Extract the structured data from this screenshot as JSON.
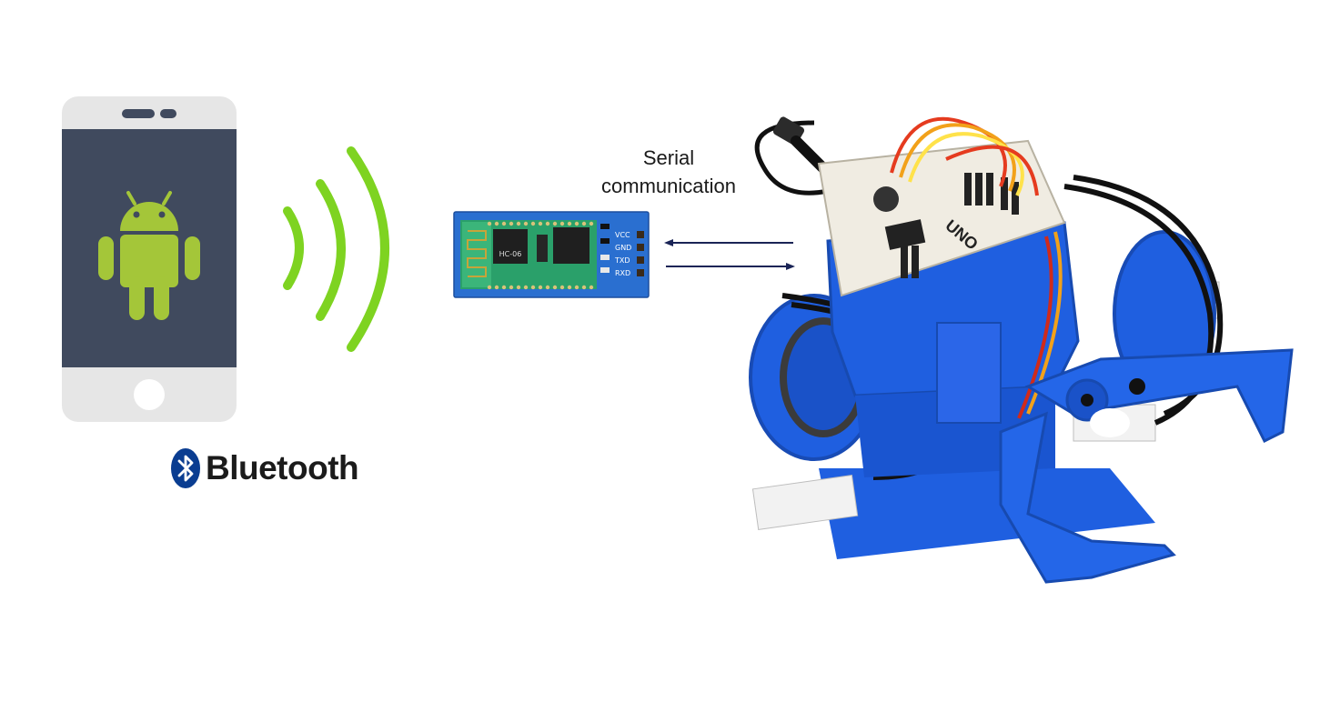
{
  "brand": {
    "bluetooth_label": "Bluetooth"
  },
  "module": {
    "model": "HC-06",
    "pins": [
      "VCC",
      "GND",
      "TXD",
      "RXD"
    ]
  },
  "link": {
    "line1": "Serial",
    "line2": "communication"
  },
  "robot": {
    "board_label": "UNO"
  },
  "icons": [
    "android-phone-icon",
    "wireless-signal-icon",
    "bluetooth-icon"
  ],
  "colors": {
    "android_green": "#a4c639",
    "signal_green": "#7ed321",
    "phone_screen": "#404a5e",
    "phone_body": "#e6e6e6",
    "bluetooth_blue": "#0a3d91",
    "module_blue": "#2a6fd0",
    "robot_blue": "#1f5fe0",
    "arrow_navy": "#1a2456"
  }
}
